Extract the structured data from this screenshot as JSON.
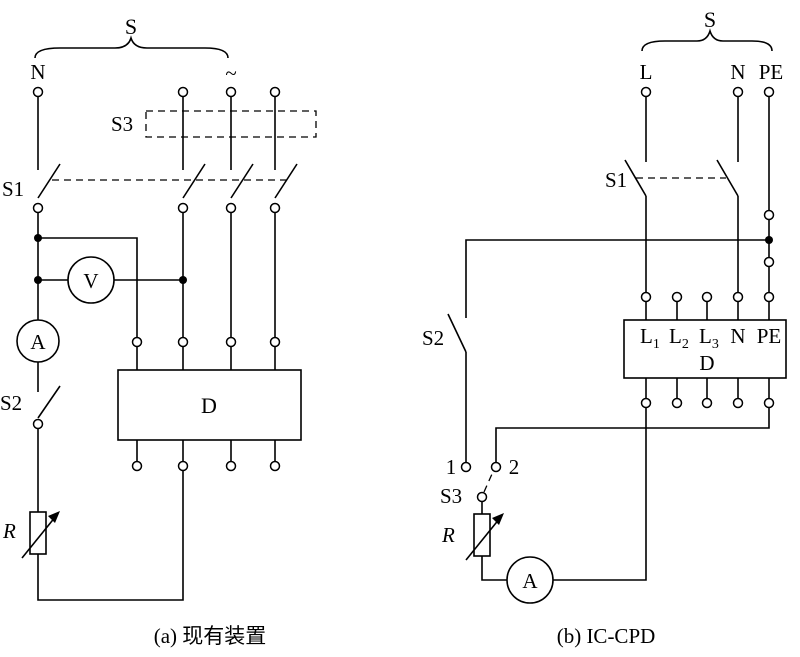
{
  "panel_a": {
    "source_label": "S",
    "neutral_label": "N",
    "tilde_label": "~",
    "s3_label": "S3",
    "s1_label": "S1",
    "voltmeter_label": "V",
    "ammeter_label": "A",
    "s2_label": "S2",
    "device_label": "D",
    "resistor_label": "R",
    "caption": "(a)  现有装置"
  },
  "panel_b": {
    "source_label": "S",
    "l_label": "L",
    "n_label": "N",
    "pe_label": "PE",
    "s1_label": "S1",
    "s2_label": "S2",
    "pos1_label": "1",
    "pos2_label": "2",
    "s3_label": "S3",
    "resistor_label": "R",
    "ammeter_label": "A",
    "device": {
      "l1_main": "L",
      "l1_sub": "1",
      "l2_main": "L",
      "l2_sub": "2",
      "l3_main": "L",
      "l3_sub": "3",
      "n": "N",
      "pe": "PE",
      "name": "D"
    },
    "caption": "(b)  IC-CPD"
  }
}
